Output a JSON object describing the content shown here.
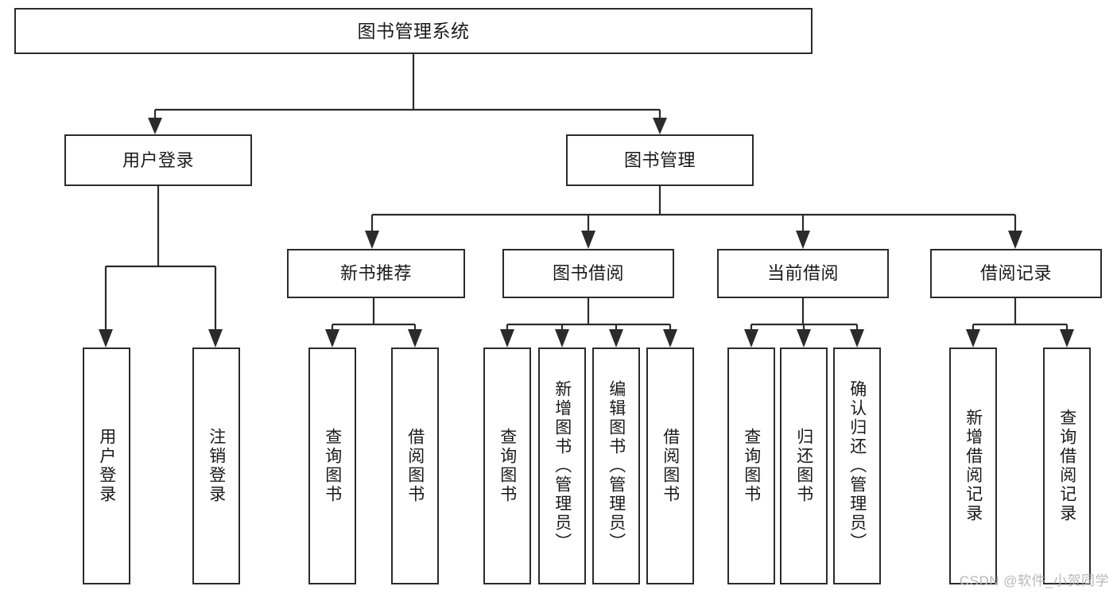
{
  "diagram": {
    "type": "tree-hierarchy",
    "title": "图书管理系统",
    "root": {
      "label": "图书管理系统"
    },
    "level2": [
      {
        "id": "user-login",
        "label": "用户登录"
      },
      {
        "id": "book-manage",
        "label": "图书管理"
      }
    ],
    "level3": [
      {
        "id": "new-book-recommend",
        "label": "新书推荐",
        "parent": "book-manage"
      },
      {
        "id": "book-borrow",
        "label": "图书借阅",
        "parent": "book-manage"
      },
      {
        "id": "current-borrow",
        "label": "当前借阅",
        "parent": "book-manage"
      },
      {
        "id": "borrow-record",
        "label": "借阅记录",
        "parent": "book-manage"
      }
    ],
    "leaves": [
      {
        "id": "leaf-user-login",
        "label": "用户登录",
        "parent": "user-login"
      },
      {
        "id": "leaf-logout",
        "label": "注销登录",
        "parent": "user-login"
      },
      {
        "id": "leaf-query-book-1",
        "label": "查询图书",
        "parent": "new-book-recommend"
      },
      {
        "id": "leaf-borrow-book-1",
        "label": "借阅图书",
        "parent": "new-book-recommend"
      },
      {
        "id": "leaf-query-book-2",
        "label": "查询图书",
        "parent": "book-borrow"
      },
      {
        "id": "leaf-add-book",
        "label": "新增图书（管理员）",
        "parent": "book-borrow"
      },
      {
        "id": "leaf-edit-book",
        "label": "编辑图书（管理员）",
        "parent": "book-borrow"
      },
      {
        "id": "leaf-borrow-book-2",
        "label": "借阅图书",
        "parent": "book-borrow"
      },
      {
        "id": "leaf-query-book-3",
        "label": "查询图书",
        "parent": "current-borrow"
      },
      {
        "id": "leaf-return-book",
        "label": "归还图书",
        "parent": "current-borrow"
      },
      {
        "id": "leaf-confirm-return",
        "label": "确认归还（管理员）",
        "parent": "current-borrow"
      },
      {
        "id": "leaf-add-record",
        "label": "新增借阅记录",
        "parent": "borrow-record"
      },
      {
        "id": "leaf-query-record",
        "label": "查询借阅记录",
        "parent": "borrow-record"
      }
    ],
    "watermark": "CSDN @软件_小贺同学",
    "colors": {
      "stroke": "#2b2b2b",
      "background": "#ffffff",
      "text": "#1a1a1a",
      "watermark": "#b8b8b8"
    }
  }
}
